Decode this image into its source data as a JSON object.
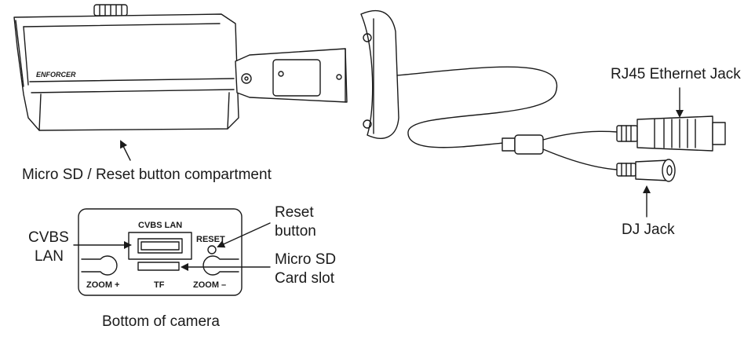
{
  "brand": "ENFORCER",
  "labels": {
    "compartment": "Micro SD / Reset button compartment",
    "rj45": "RJ45 Ethernet Jack",
    "dj_jack": "DJ Jack",
    "cvbs_lan_line1": "CVBS",
    "cvbs_lan_line2": "LAN",
    "reset_line1": "Reset",
    "reset_line2": "button",
    "sd_line1": "Micro SD",
    "sd_line2": "Card slot",
    "bottom_caption": "Bottom of camera"
  },
  "panel": {
    "header": "CVBS LAN",
    "reset": "RESET",
    "zoom_plus": "ZOOM +",
    "tf": "TF",
    "zoom_minus": "ZOOM –"
  }
}
